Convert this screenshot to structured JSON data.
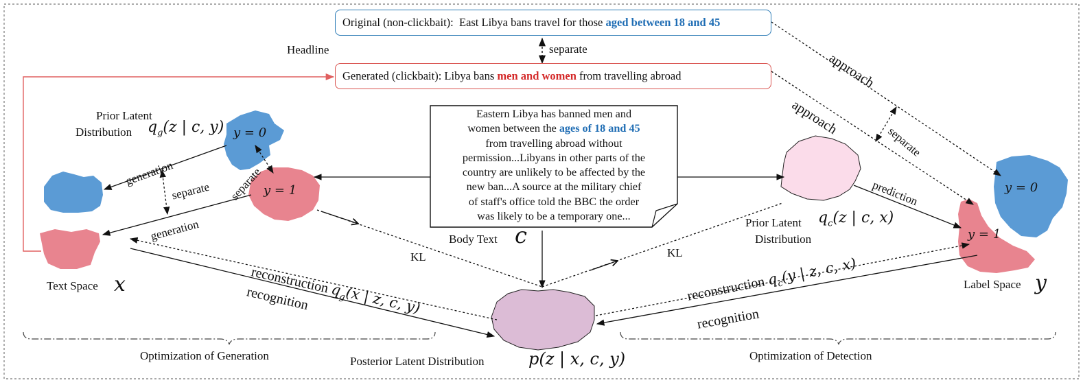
{
  "headline": {
    "label": "Headline",
    "original_prefix": "Original (non-clickbait):  East Libya bans travel for those ",
    "original_highlight": "aged between 18 and 45",
    "generated_prefix": "Generated (clickbait): Libya bans ",
    "generated_highlight": "men and women",
    "generated_suffix": " from travelling abroad",
    "separate": "separate"
  },
  "body": {
    "l1": "Eastern Libya has banned men and",
    "l2_prefix": "women between the ",
    "l2_highlight": "ages of 18 and 45",
    "l3": "from travelling abroad without",
    "l4": "permission...Libyans in other parts of the",
    "l5": "country are unlikely to be affected by the",
    "l6": "new ban...A source at the military chief",
    "l7": "of staff's office told the BBC the order",
    "l8": "was likely to be a temporary one...",
    "caption": "Body Text",
    "symbol": "c"
  },
  "left": {
    "prior_l1": "Prior Latent",
    "prior_l2": "Distribution",
    "prior_math": "q",
    "prior_sub": "g",
    "prior_args": "(z | c, y)",
    "y0": "y = 0",
    "y1": "y = 1",
    "generation_top": "generation",
    "generation_bottom": "generation",
    "separate_mid": "separate",
    "separate_rot": "separate",
    "text_space": "Text Space",
    "x_symbol": "x"
  },
  "right": {
    "prior_l1": "Prior Latent",
    "prior_l2": "Distribution",
    "prior_math": "q",
    "prior_sub": "c",
    "prior_args": "(z | c, x)",
    "prediction": "prediction",
    "approach_1": "approach",
    "approach_2": "approach",
    "separate": "separate",
    "y0": "y = 0",
    "y1": "y = 1",
    "label_space": "Label Space",
    "y_symbol": "y"
  },
  "bottom": {
    "kl_left": "KL",
    "kl_right": "KL",
    "reconstruction_left": "reconstruction",
    "recon_left_math": "q",
    "recon_left_sub": "g",
    "recon_left_args": "(x | z, c, y)",
    "recognition_left": "recognition",
    "reconstruction_right": "reconstruction",
    "recon_right_math": "q",
    "recon_right_sub": "c",
    "recon_right_args": "(y | z, c, x)",
    "recognition_right": "recognition",
    "posterior_label": "Posterior Latent Distribution",
    "posterior_math": "p(z | x, c, y)",
    "opt_generation": "Optimization of Generation",
    "opt_detection": "Optimization of Detection"
  },
  "colors": {
    "blue_blob": "#5b9bd5",
    "pink_blob": "#e8848f",
    "light_pink_blob": "#fbdcea",
    "purple_blob": "#dcbcd6",
    "blue_box": "#2a7ab5",
    "red_box": "#d9534f",
    "feedback_line": "#e06060",
    "blue_text": "#1f6db4",
    "red_text": "#d42a2a"
  }
}
